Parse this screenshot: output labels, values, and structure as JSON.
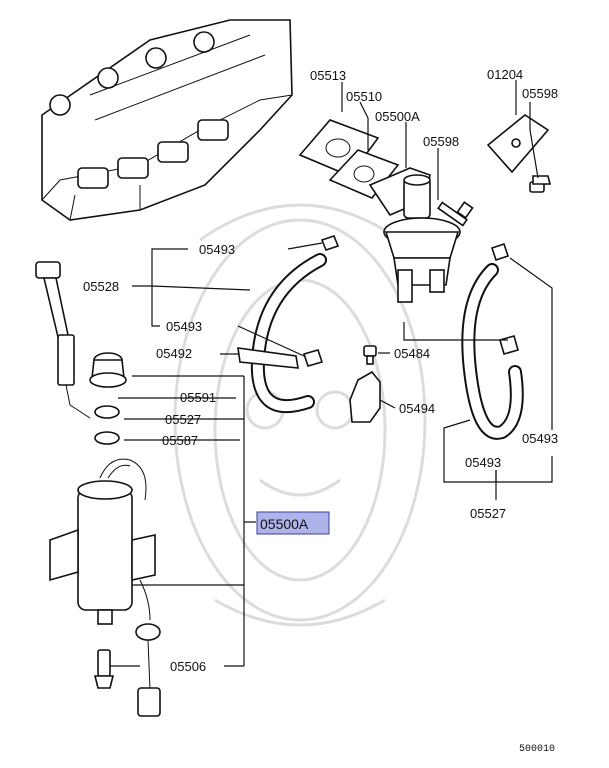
{
  "labels": {
    "p05513": "05513",
    "p05510": "05510",
    "p05500a_top": "05500A",
    "p01204": "01204",
    "p05598_a": "05598",
    "p05598_b": "05598",
    "p05493_top": "05493",
    "p05528": "05528",
    "p05493_mid": "05493",
    "p05492": "05492",
    "p05484": "05484",
    "p05591": "05591",
    "p05494": "05494",
    "p05527_left": "05527",
    "p05587": "05587",
    "p05493_right": "05493",
    "p05493_low": "05493",
    "p05500a_highlight": "05500A",
    "p05527_right": "05527",
    "p05506": "05506"
  },
  "diagram_code": "500010",
  "colors": {
    "highlight_fill": "#aeb4ea",
    "highlight_stroke": "#3a3f9a"
  }
}
